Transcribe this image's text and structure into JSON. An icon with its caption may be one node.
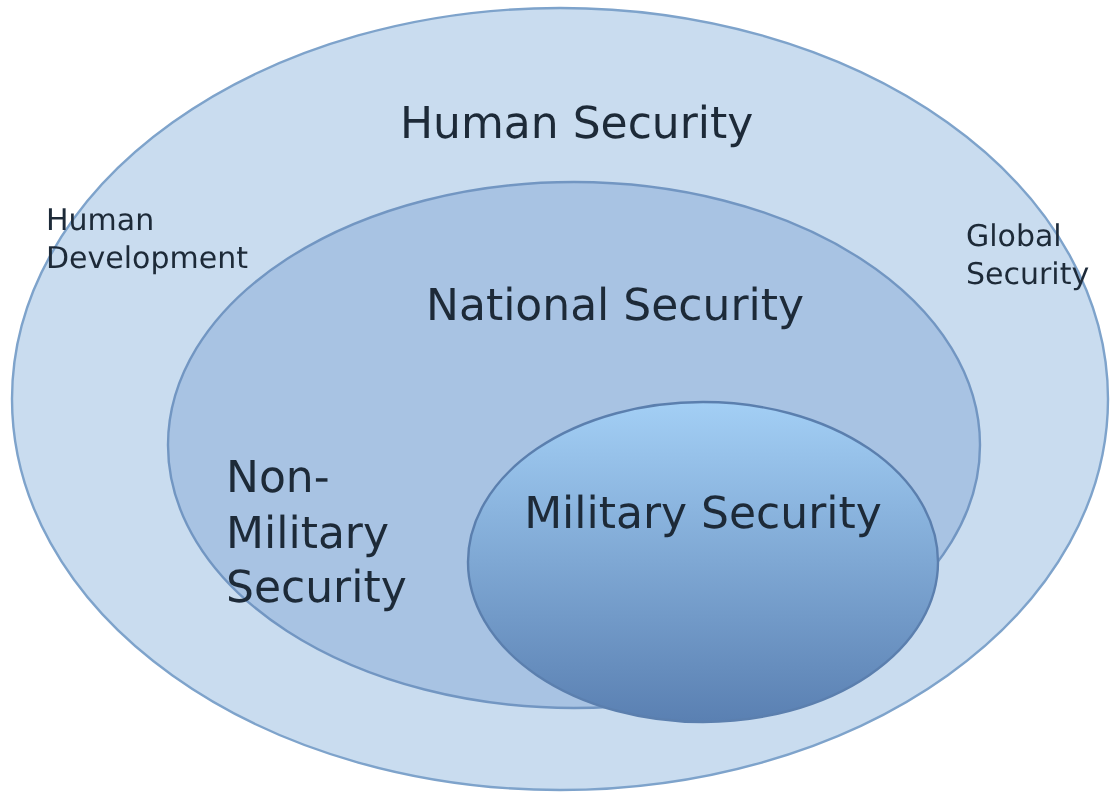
{
  "diagram": {
    "nodes": [
      {
        "text": [
          "Human Security",
          "Human Development",
          "Global Security"
        ]
      },
      {
        "text": [
          "National Security",
          "Non-Military Security"
        ],
        "in": 0
      },
      {
        "text": [
          "Military Security"
        ],
        "in": 1
      }
    ],
    "edges": []
  }
}
